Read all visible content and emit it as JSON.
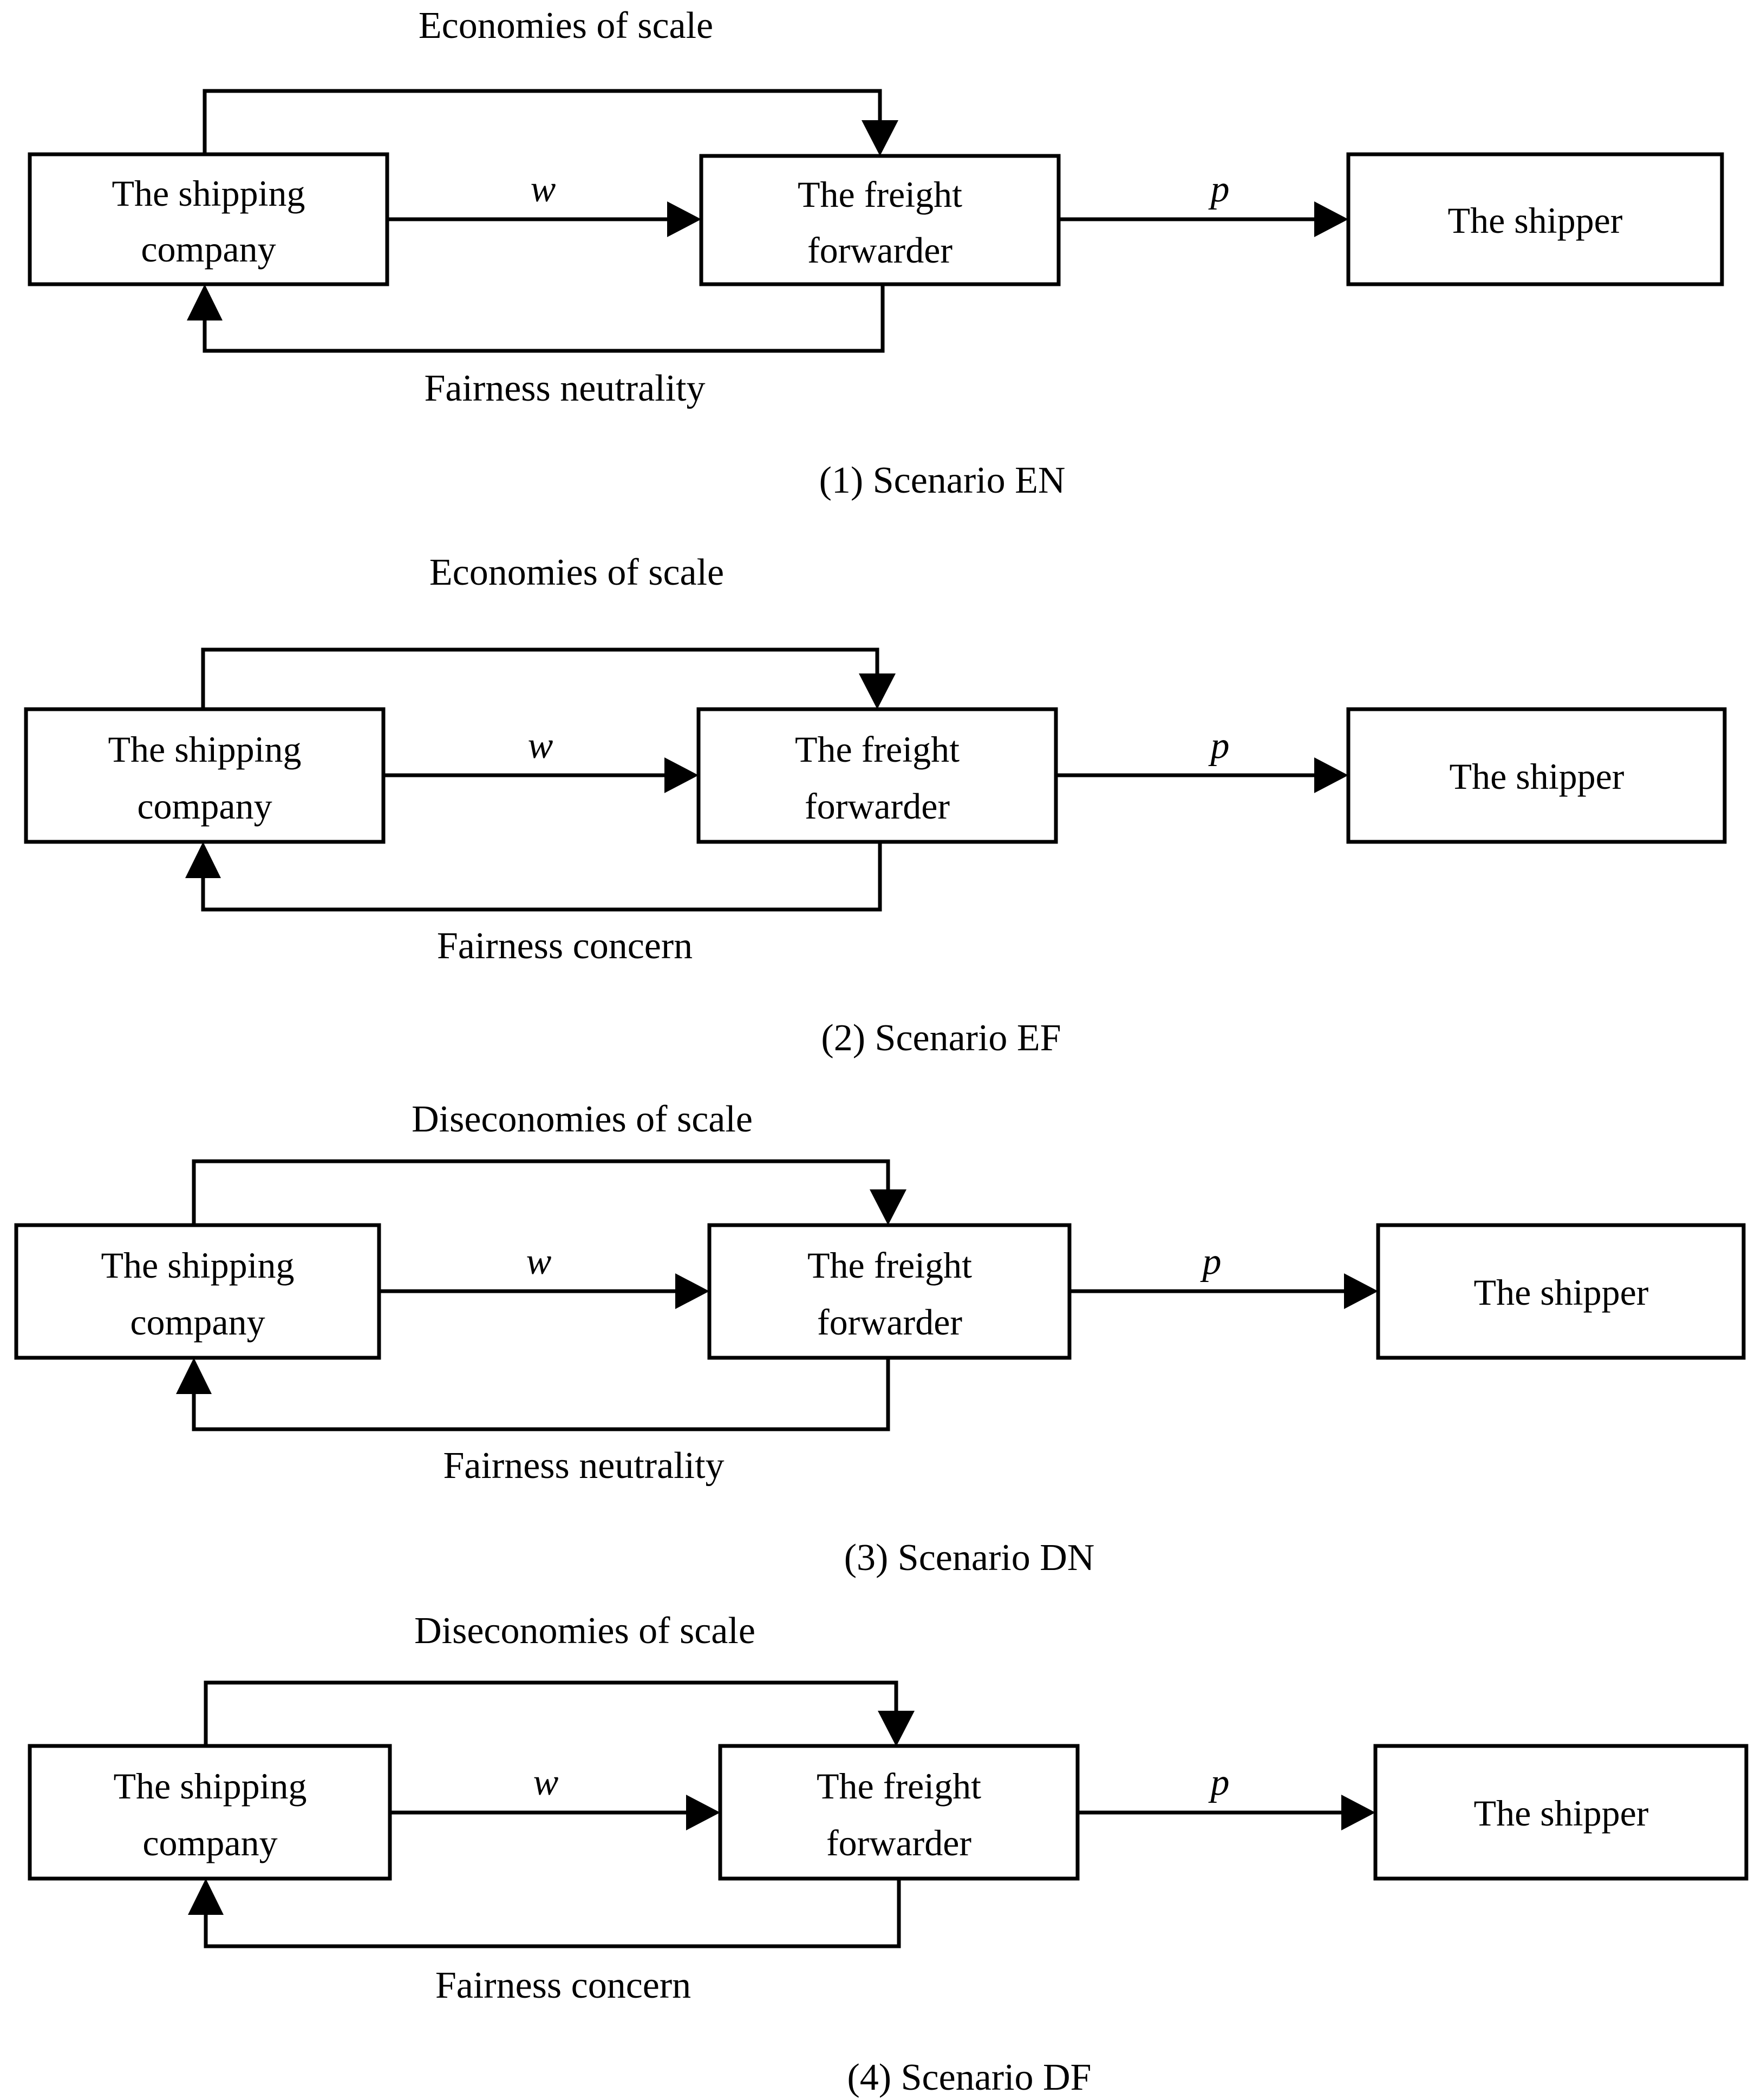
{
  "figure": {
    "nodes": {
      "shipping_company": "The shipping\ncompany",
      "shipping_company_line1": "The shipping",
      "shipping_company_line2": "company",
      "freight_forwarder_line1": "The freight",
      "freight_forwarder_line2": "forwarder",
      "shipper": "The shipper"
    },
    "edges": {
      "wholesale_price": "w",
      "retail_price": "p"
    },
    "panels": [
      {
        "id": "en",
        "top_label": "Economies of scale",
        "bottom_label": "Fairness neutrality",
        "left_node_line1": "The shipping",
        "left_node_line2": "company",
        "mid_node_line1": "The freight",
        "mid_node_line2": "forwarder",
        "right_node": "The shipper",
        "edge_w": "w",
        "edge_p": "p",
        "caption": "(1) Scenario EN"
      },
      {
        "id": "ef",
        "top_label": "Economies of scale",
        "bottom_label": "Fairness concern",
        "left_node_line1": "The shipping",
        "left_node_line2": "company",
        "mid_node_line1": "The freight",
        "mid_node_line2": "forwarder",
        "right_node": "The shipper",
        "edge_w": "w",
        "edge_p": "p",
        "caption": "(2) Scenario EF"
      },
      {
        "id": "dn",
        "top_label": "Diseconomies of scale",
        "bottom_label": "Fairness neutrality",
        "left_node_line1": "The shipping",
        "left_node_line2": "company",
        "mid_node_line1": "The freight",
        "mid_node_line2": "forwarder",
        "right_node": "The shipper",
        "edge_w": "w",
        "edge_p": "p",
        "caption": "(3) Scenario DN"
      },
      {
        "id": "df",
        "top_label": "Diseconomies of scale",
        "bottom_label": "Fairness concern",
        "left_node_line1": "The shipping",
        "left_node_line2": "company",
        "mid_node_line1": "The freight",
        "mid_node_line2": "forwarder",
        "right_node": "The shipper",
        "edge_w": "w",
        "edge_p": "p",
        "caption": "(4) Scenario DF"
      }
    ],
    "colors": {
      "stroke": "#000000",
      "fill": "#ffffff",
      "text": "#000000"
    }
  }
}
